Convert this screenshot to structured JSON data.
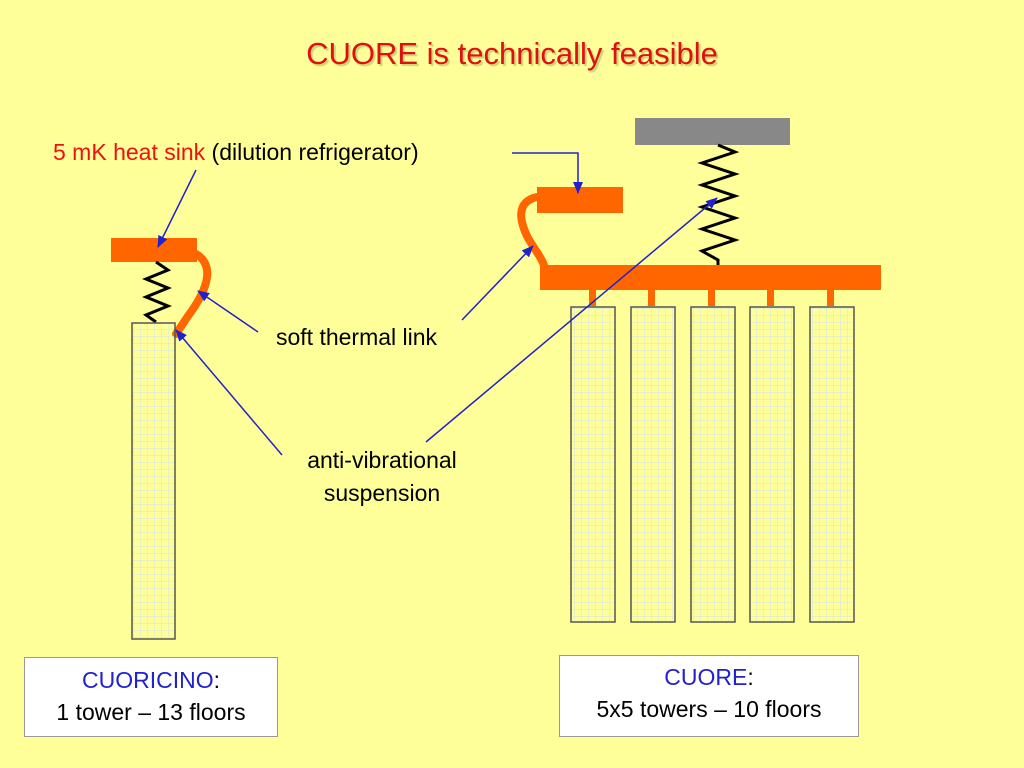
{
  "title": "CUORE is technically feasible",
  "colors": {
    "background": "#ffff99",
    "orange": "#ff6600",
    "title_red": "#dd1111",
    "heat_sink_red": "#ee1111",
    "arrow_blue": "#2222cc",
    "mount_gray": "#888888"
  },
  "labels": {
    "heat_sink_highlight": "5 mK heat sink",
    "heat_sink_rest": " (dilution refrigerator)",
    "thermal_link": "soft thermal link",
    "suspension_line1": "anti-vibrational",
    "suspension_line2": "suspension"
  },
  "cuoricino": {
    "name": "CUORICINO",
    "suffix": ":",
    "detail": "1 tower – 13 floors"
  },
  "cuore": {
    "name": "CUORE",
    "suffix": ":",
    "detail": "5x5 towers – 10 floors"
  }
}
